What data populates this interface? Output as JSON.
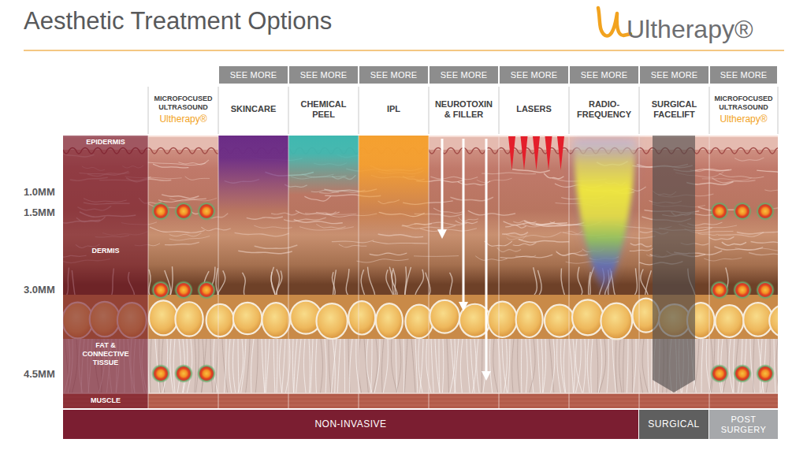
{
  "diagram": {
    "title": "Aesthetic Treatment Options",
    "nodes": [
      {
        "text": [
          "MICROFOCUSED ULTRASOUND",
          "Ultherapy®"
        ]
      },
      {
        "text": [
          "SKINCARE"
        ]
      },
      {
        "text": [
          "SEE MORE"
        ],
        "in": 1
      },
      {
        "text": [
          "CHEMICAL PEEL"
        ]
      },
      {
        "text": [
          "SEE MORE"
        ],
        "in": 3
      },
      {
        "text": [
          "IPL"
        ]
      },
      {
        "text": [
          "SEE MORE"
        ],
        "in": 5
      },
      {
        "text": [
          "NEUROTOXIN & FILLER"
        ]
      },
      {
        "text": [
          "SEE MORE"
        ],
        "in": 7
      },
      {
        "text": [
          "LASERS"
        ]
      },
      {
        "text": [
          "SEE MORE"
        ],
        "in": 9
      },
      {
        "text": [
          "RADIO- FREQUENCY"
        ]
      },
      {
        "text": [
          "SEE MORE"
        ],
        "in": 11
      },
      {
        "text": [
          "SURGICAL FACELIFT"
        ]
      },
      {
        "text": [
          "SEE MORE"
        ],
        "in": 13
      },
      {
        "text": [
          "MICROFOCUSED ULTRASOUND",
          "Ultherapy®"
        ]
      },
      {
        "text": [
          "SEE MORE"
        ],
        "in": 15
      },
      {
        "text": [
          "NON-INVASIVE"
        ]
      },
      {
        "text": [
          "SURGICAL"
        ]
      },
      {
        "text": [
          "POST SURGERY"
        ]
      }
    ],
    "labels": [
      "Ultherapy®",
      "EPIDERMIS",
      "DERMIS",
      "FAT & CONNECTIVE TISSUE",
      "MUSCLE",
      "1.0MM",
      "1.5MM",
      "3.0MM",
      "4.5MM"
    ]
  }
}
